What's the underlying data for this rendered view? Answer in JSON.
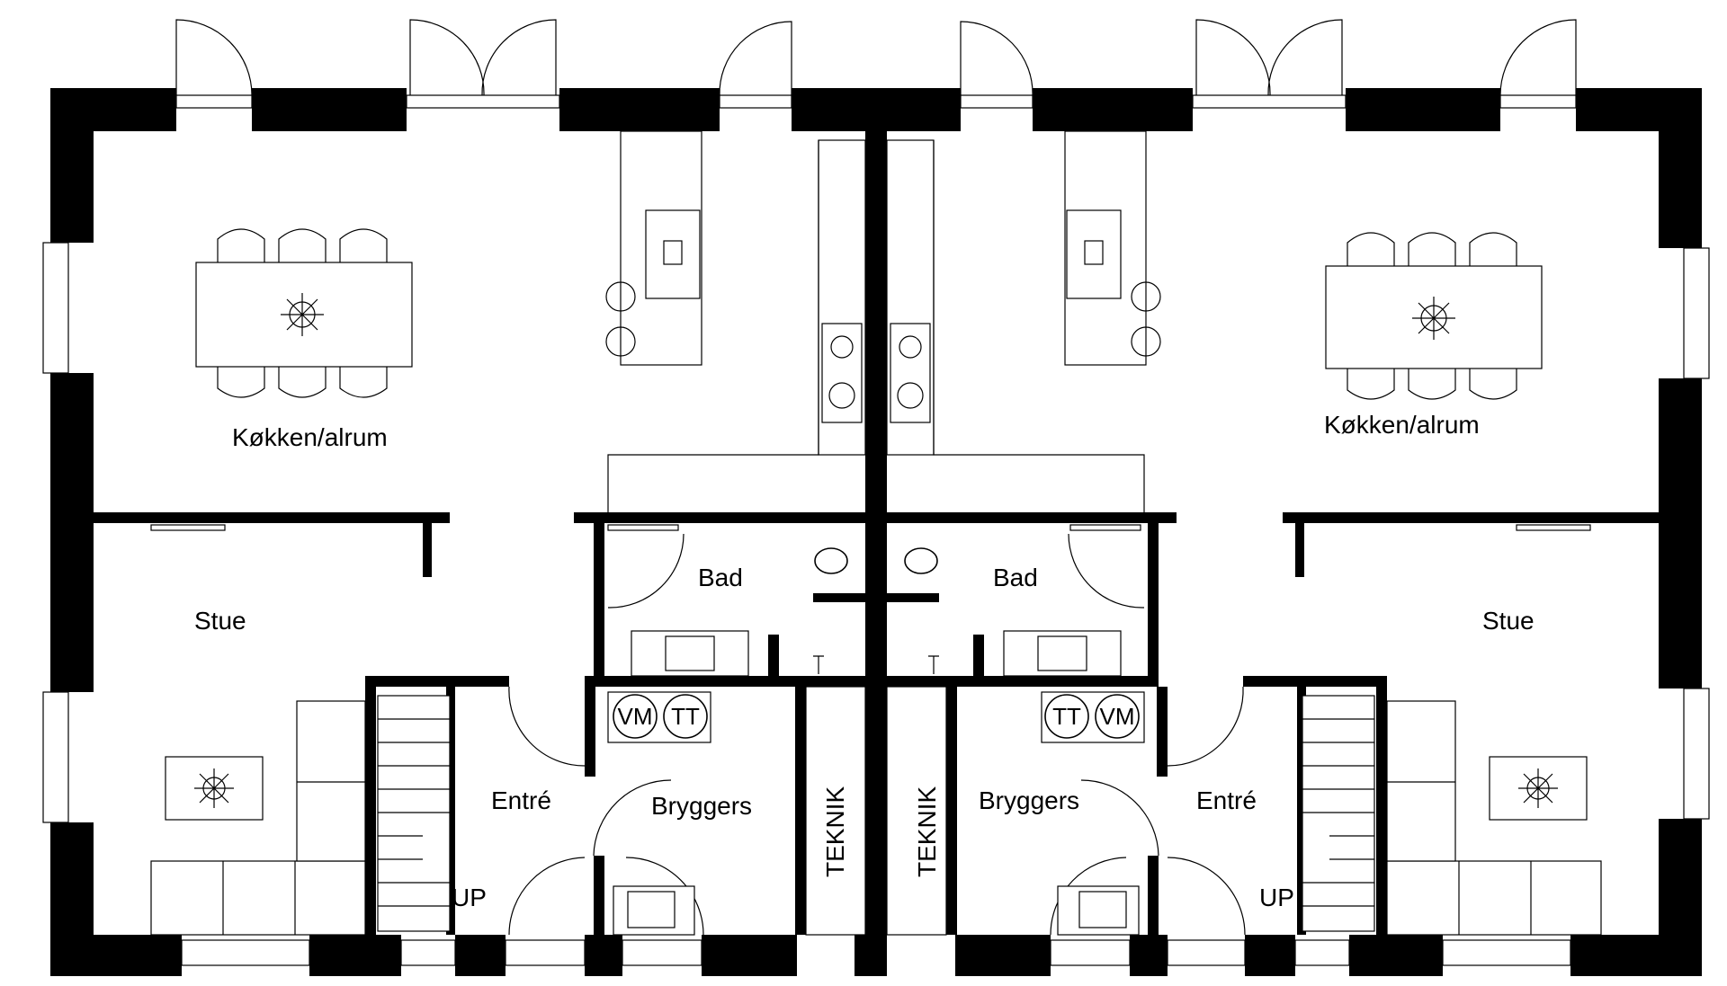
{
  "plan": {
    "left_unit": {
      "kitchen": "Køkken/alrum",
      "living": "Stue",
      "bath": "Bad",
      "entry": "Entré",
      "utility": "Bryggers",
      "technical": "TEKNIK",
      "stairs": "UP",
      "washer": "VM",
      "dryer": "TT"
    },
    "right_unit": {
      "kitchen": "Køkken/alrum",
      "living": "Stue",
      "bath": "Bad",
      "entry": "Entré",
      "utility": "Bryggers",
      "technical": "TEKNIK",
      "stairs": "UP",
      "washer": "VM",
      "dryer": "TT"
    }
  }
}
